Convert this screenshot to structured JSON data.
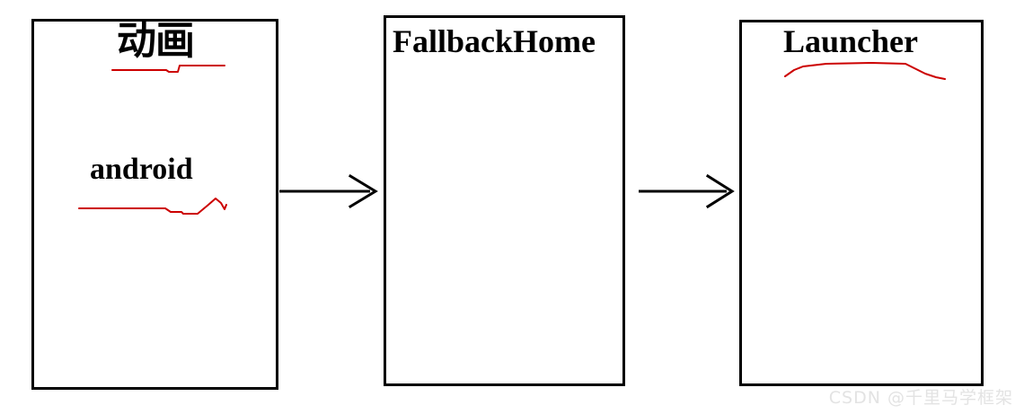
{
  "diagram": {
    "title_sequence": "animation -> FallbackHome -> Launcher",
    "nodes": [
      {
        "id": "animation",
        "heading": "动画",
        "body": "android",
        "heading_annotated": true,
        "body_annotated": true
      },
      {
        "id": "fallback-home",
        "heading": "FallbackHome",
        "body": "",
        "heading_annotated": false,
        "body_annotated": false
      },
      {
        "id": "launcher",
        "heading": "Launcher",
        "body": "",
        "heading_annotated": true,
        "body_annotated": false
      }
    ],
    "connectors": [
      {
        "id": "arrow-1",
        "from": "animation",
        "to": "fallback-home",
        "style": "open-arrow"
      },
      {
        "id": "arrow-2",
        "from": "fallback-home",
        "to": "launcher",
        "style": "open-arrow"
      }
    ],
    "colors": {
      "box_border": "#000000",
      "background": "#ffffff",
      "text": "#000000",
      "annotation": "#cc0000",
      "watermark": "#e3e3e3"
    }
  },
  "watermark": {
    "text": "CSDN @千里马学框架"
  }
}
